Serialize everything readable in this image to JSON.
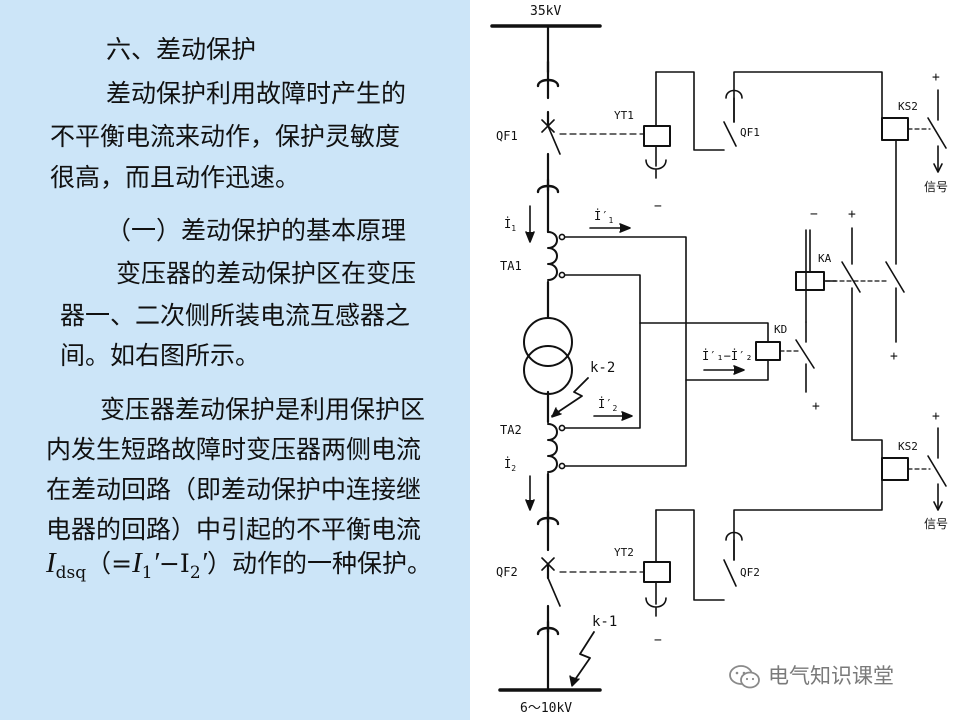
{
  "text": {
    "section_title": "六、差动保护",
    "intro_line1": "差动保护利用故障时产生的",
    "intro_line2": "不平衡电流来动作，保护灵敏度",
    "intro_line3": "很高，而且动作迅速。",
    "sub_title": "（一）差动保护的基本原理",
    "p1_line1": "变压器的差动保护区在变压",
    "p1_line2": "器一、二次侧所装电流互感器之",
    "p1_line3": "间。如右图所示。",
    "p2_line1": "变压器差动保护是利用保护区",
    "p2_line2": "内发生短路故障时变压器两侧电流",
    "p2_line3": "在差动回路（即差动保护中连接继",
    "p2_line4": "电器的回路）中引起的不平衡电流",
    "formula": {
      "symbol": "I",
      "sub": "dsq",
      "open": "（=",
      "i1": "I",
      "i1_sub": "1",
      "prime": "′",
      "minus": "−",
      "i2": "I",
      "i2_sub": "2",
      "close": "）动作的一种保护。"
    }
  },
  "diagram": {
    "bus_top": "35kV",
    "bus_bottom": "6～10kV",
    "qf1": "QF1",
    "qf2": "QF2",
    "yt1": "YT1",
    "yt2": "YT2",
    "qf1_contact": "QF1",
    "qf2_contact": "QF2",
    "ks2_top": "KS2",
    "ks2_bottom": "KS2",
    "signal_top": "信号",
    "signal_bottom": "信号",
    "ta1": "TA1",
    "ta2": "TA2",
    "ka": "KA",
    "kd": "KD",
    "k2": "k-2",
    "k1": "k-1",
    "i1": "İ",
    "i1_sub": "1",
    "i1p": "İ′",
    "i1p_sub": "1",
    "i2": "İ",
    "i2_sub": "2",
    "i2p": "İ′",
    "i2p_sub": "2",
    "idiff": "İ′₁−İ′₂",
    "plus": "+",
    "minus": "−"
  },
  "watermark": {
    "text": "电气知识课堂",
    "icon": "wechat-icon"
  }
}
